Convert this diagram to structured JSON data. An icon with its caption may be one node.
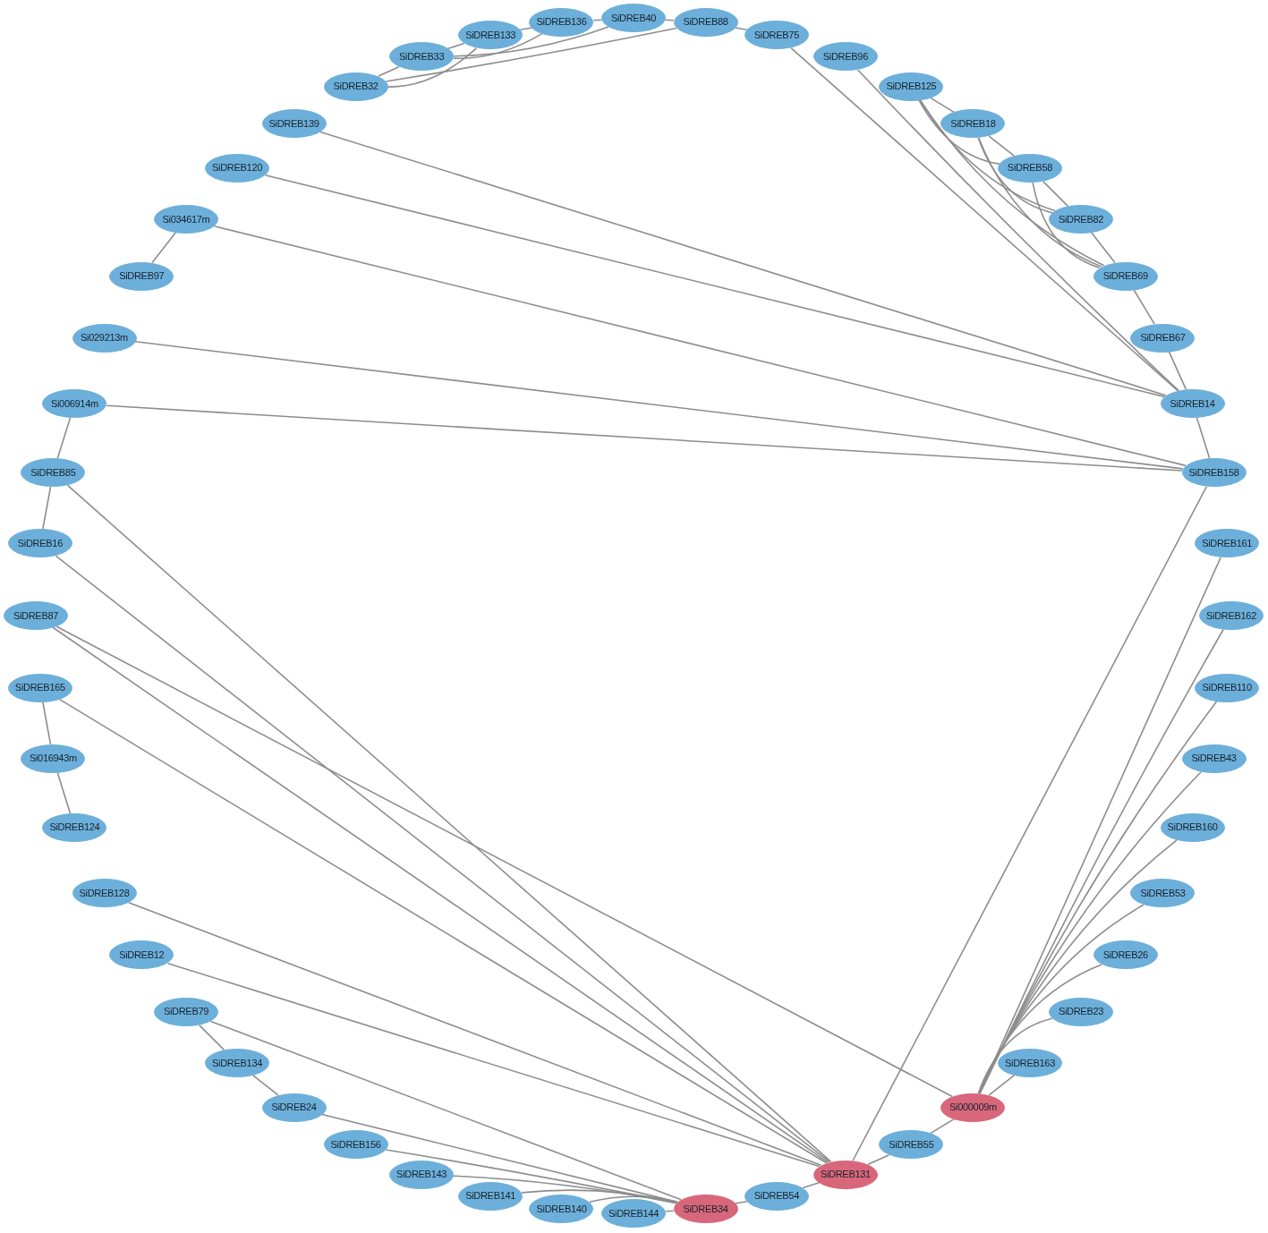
{
  "diagram": {
    "nodes": [
      {
        "text": [
          "SiDREB40"
        ]
      },
      {
        "text": [
          "SiDREB88"
        ]
      },
      {
        "text": [
          "SiDREB75"
        ]
      },
      {
        "text": [
          "SiDREB96"
        ]
      },
      {
        "text": [
          "SiDREB125"
        ]
      },
      {
        "text": [
          "SiDREB18"
        ]
      },
      {
        "text": [
          "SiDREB58"
        ]
      },
      {
        "text": [
          "SiDREB82"
        ]
      },
      {
        "text": [
          "SiDREB69"
        ]
      },
      {
        "text": [
          "SiDREB67"
        ]
      },
      {
        "text": [
          "SiDREB14"
        ]
      },
      {
        "text": [
          "SiDREB158"
        ]
      },
      {
        "text": [
          "SiDREB161"
        ]
      },
      {
        "text": [
          "SiDREB162"
        ]
      },
      {
        "text": [
          "SiDREB110"
        ]
      },
      {
        "text": [
          "SiDREB43"
        ]
      },
      {
        "text": [
          "SiDREB160"
        ]
      },
      {
        "text": [
          "SiDREB53"
        ]
      },
      {
        "text": [
          "SiDREB26"
        ]
      },
      {
        "text": [
          "SiDREB23"
        ]
      },
      {
        "text": [
          "SiDREB163"
        ]
      },
      {
        "text": [
          "Si000009m"
        ]
      },
      {
        "text": [
          "SiDREB55"
        ]
      },
      {
        "text": [
          "SiDREB131"
        ]
      },
      {
        "text": [
          "SiDREB54"
        ]
      },
      {
        "text": [
          "SiDREB34"
        ]
      },
      {
        "text": [
          "SiDREB144"
        ]
      },
      {
        "text": [
          "SiDREB140"
        ]
      },
      {
        "text": [
          "SiDREB141"
        ]
      },
      {
        "text": [
          "SiDREB143"
        ]
      },
      {
        "text": [
          "SiDREB156"
        ]
      },
      {
        "text": [
          "SiDREB24"
        ]
      },
      {
        "text": [
          "SiDREB134"
        ]
      },
      {
        "text": [
          "SiDREB79"
        ]
      },
      {
        "text": [
          "SiDREB12"
        ]
      },
      {
        "text": [
          "SiDREB128"
        ]
      },
      {
        "text": [
          "SiDREB124"
        ]
      },
      {
        "text": [
          "Si016943m"
        ]
      },
      {
        "text": [
          "SiDREB165"
        ]
      },
      {
        "text": [
          "SiDREB87"
        ]
      },
      {
        "text": [
          "SiDREB16"
        ]
      },
      {
        "text": [
          "SiDREB85"
        ]
      },
      {
        "text": [
          "Si006914m"
        ]
      },
      {
        "text": [
          "Si029213m"
        ]
      },
      {
        "text": [
          "SiDREB97"
        ]
      },
      {
        "text": [
          "Si034617m"
        ]
      },
      {
        "text": [
          "SiDREB120"
        ]
      },
      {
        "text": [
          "SiDREB139"
        ]
      },
      {
        "text": [
          "SiDREB32"
        ]
      },
      {
        "text": [
          "SiDREB33"
        ]
      },
      {
        "text": [
          "SiDREB133"
        ]
      },
      {
        "text": [
          "SiDREB136"
        ]
      }
    ],
    "edges": [
      {
        "from": 48,
        "to": 49,
        "arrow": "none"
      },
      {
        "from": 48,
        "to": 50,
        "arrow": "none"
      },
      {
        "from": 48,
        "to": 1,
        "arrow": "none"
      },
      {
        "from": 49,
        "to": 50,
        "arrow": "none"
      },
      {
        "from": 49,
        "to": 51,
        "arrow": "none"
      },
      {
        "from": 49,
        "to": 0,
        "arrow": "none"
      },
      {
        "from": 50,
        "to": 51,
        "arrow": "none"
      },
      {
        "from": 51,
        "to": 0,
        "arrow": "none"
      },
      {
        "from": 0,
        "to": 1,
        "arrow": "none"
      },
      {
        "from": 1,
        "to": 2,
        "arrow": "none"
      },
      {
        "from": 2,
        "to": 10,
        "arrow": "none"
      },
      {
        "from": 3,
        "to": 10,
        "arrow": "none"
      },
      {
        "from": 4,
        "to": 5,
        "arrow": "none"
      },
      {
        "from": 4,
        "to": 6,
        "arrow": "none"
      },
      {
        "from": 4,
        "to": 7,
        "arrow": "none"
      },
      {
        "from": 4,
        "to": 8,
        "arrow": "none"
      },
      {
        "from": 5,
        "to": 6,
        "arrow": "none"
      },
      {
        "from": 5,
        "to": 7,
        "arrow": "none"
      },
      {
        "from": 5,
        "to": 8,
        "arrow": "none"
      },
      {
        "from": 6,
        "to": 7,
        "arrow": "none"
      },
      {
        "from": 6,
        "to": 8,
        "arrow": "none"
      },
      {
        "from": 7,
        "to": 8,
        "arrow": "none"
      },
      {
        "from": 8,
        "to": 9,
        "arrow": "none"
      },
      {
        "from": 9,
        "to": 10,
        "arrow": "none"
      },
      {
        "from": 10,
        "to": 11,
        "arrow": "none"
      },
      {
        "from": 47,
        "to": 10,
        "arrow": "none"
      },
      {
        "from": 46,
        "to": 10,
        "arrow": "none"
      },
      {
        "from": 45,
        "to": 11,
        "arrow": "none"
      },
      {
        "from": 43,
        "to": 11,
        "arrow": "none"
      },
      {
        "from": 42,
        "to": 11,
        "arrow": "none"
      },
      {
        "from": 11,
        "to": 23,
        "arrow": "none"
      },
      {
        "from": 45,
        "to": 44,
        "arrow": "none"
      },
      {
        "from": 42,
        "to": 41,
        "arrow": "none"
      },
      {
        "from": 41,
        "to": 40,
        "arrow": "none"
      },
      {
        "from": 41,
        "to": 23,
        "arrow": "none"
      },
      {
        "from": 40,
        "to": 23,
        "arrow": "none"
      },
      {
        "from": 39,
        "to": 23,
        "arrow": "none"
      },
      {
        "from": 39,
        "to": 21,
        "arrow": "none"
      },
      {
        "from": 38,
        "to": 23,
        "arrow": "none"
      },
      {
        "from": 38,
        "to": 37,
        "arrow": "none"
      },
      {
        "from": 37,
        "to": 36,
        "arrow": "none"
      },
      {
        "from": 35,
        "to": 23,
        "arrow": "none"
      },
      {
        "from": 34,
        "to": 23,
        "arrow": "none"
      },
      {
        "from": 33,
        "to": 32,
        "arrow": "none"
      },
      {
        "from": 32,
        "to": 31,
        "arrow": "none"
      },
      {
        "from": 33,
        "to": 25,
        "arrow": "none"
      },
      {
        "from": 31,
        "to": 25,
        "arrow": "none"
      },
      {
        "from": 30,
        "to": 25,
        "arrow": "none"
      },
      {
        "from": 29,
        "to": 25,
        "arrow": "none"
      },
      {
        "from": 28,
        "to": 25,
        "arrow": "none"
      },
      {
        "from": 27,
        "to": 25,
        "arrow": "none"
      },
      {
        "from": 26,
        "to": 25,
        "arrow": "none"
      },
      {
        "from": 25,
        "to": 24,
        "arrow": "none"
      },
      {
        "from": 24,
        "to": 23,
        "arrow": "none"
      },
      {
        "from": 23,
        "to": 22,
        "arrow": "none"
      },
      {
        "from": 22,
        "to": 21,
        "arrow": "none"
      },
      {
        "from": 21,
        "to": 20,
        "arrow": "none"
      },
      {
        "from": 21,
        "to": 19,
        "arrow": "none"
      },
      {
        "from": 21,
        "to": 18,
        "arrow": "none"
      },
      {
        "from": 21,
        "to": 17,
        "arrow": "none"
      },
      {
        "from": 21,
        "to": 16,
        "arrow": "none"
      },
      {
        "from": 21,
        "to": 15,
        "arrow": "none"
      },
      {
        "from": 21,
        "to": 14,
        "arrow": "none"
      },
      {
        "from": 21,
        "to": 13,
        "arrow": "none"
      },
      {
        "from": 21,
        "to": 12,
        "arrow": "none"
      }
    ]
  }
}
